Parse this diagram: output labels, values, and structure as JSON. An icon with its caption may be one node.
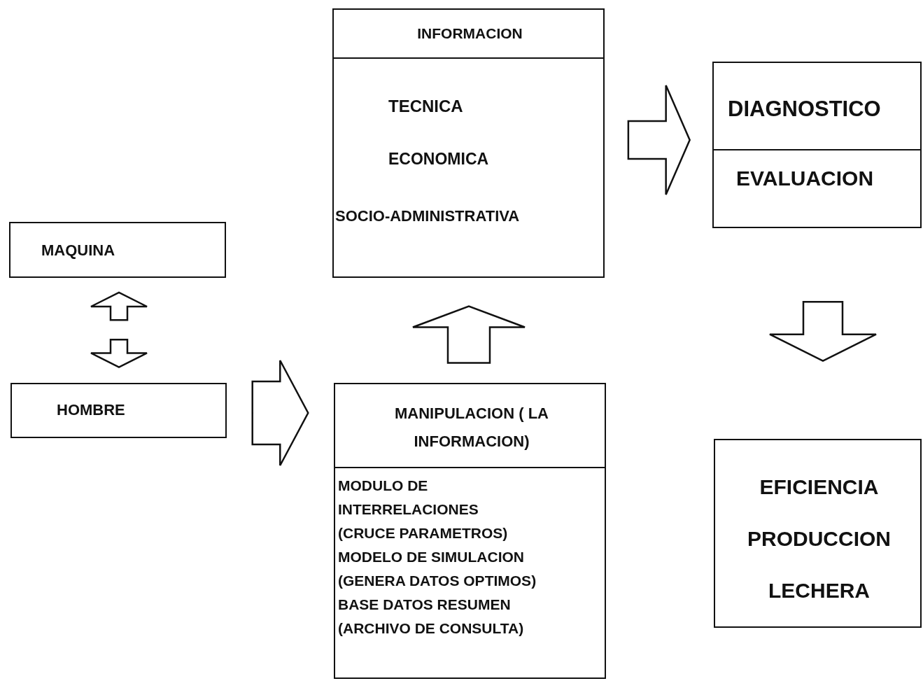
{
  "diagram": {
    "nodes": [
      {
        "text": [
          "INFORMACION",
          "TECNICA",
          "ECONOMICA",
          "SOCIO-ADMINISTRATIVA"
        ]
      },
      {
        "text": [
          "DIAGNOSTICO",
          "EVALUACION"
        ]
      },
      {
        "text": [
          "MAQUINA"
        ]
      },
      {
        "text": [
          "HOMBRE"
        ]
      },
      {
        "text": [
          "MANIPULACION ( LA INFORMACION)",
          "MODULO DE INTERRELACIONES",
          "(CRUCE PARAMETROS)",
          "MODELO DE SIMULACION",
          "(GENERA DATOS OPTIMOS)",
          "BASE DATOS RESUMEN",
          "(ARCHIVO DE CONSULTA)"
        ]
      },
      {
        "text": [
          "EFICIENCIA PRODUCCION LECHERA"
        ]
      }
    ],
    "edges": [
      {
        "from": 2,
        "to": 3,
        "arrow": "both"
      },
      {
        "from": 3,
        "to": 4,
        "arrow": "to"
      },
      {
        "from": 4,
        "to": 0,
        "arrow": "to"
      },
      {
        "from": 0,
        "to": 1,
        "arrow": "to"
      },
      {
        "from": 1,
        "to": 5,
        "arrow": "to"
      }
    ]
  }
}
